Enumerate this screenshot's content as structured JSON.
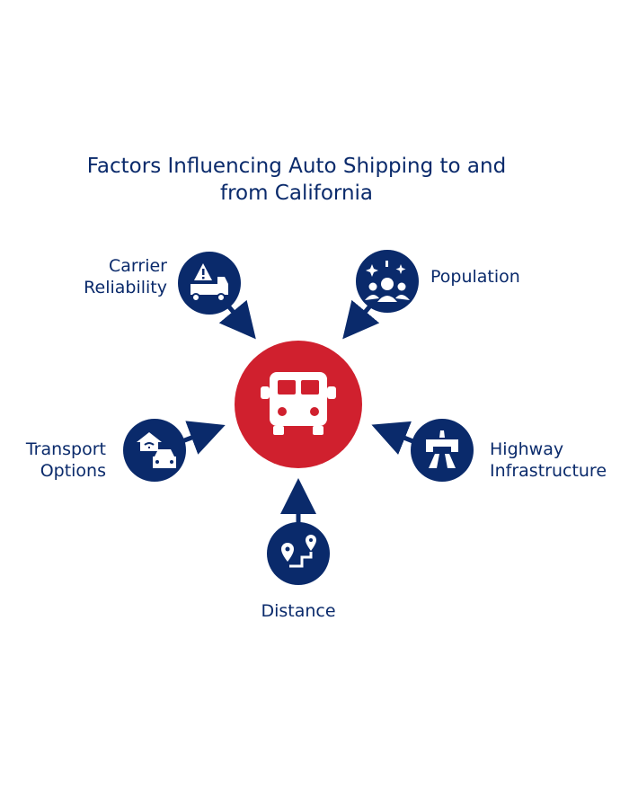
{
  "diagram": {
    "title": "Factors Influencing Auto Shipping to and\nfrom California",
    "center": {
      "name": "auto-shipping-hub",
      "icon": "truck-icon",
      "color": "#d0202e"
    },
    "factor_color": "#0a2a6b",
    "factors": [
      {
        "key": "carrier",
        "label": "Carrier\nReliability",
        "icon": "warning-truck-icon"
      },
      {
        "key": "population",
        "label": "Population",
        "icon": "crowd-icon"
      },
      {
        "key": "transport",
        "label": "Transport\nOptions",
        "icon": "car-wifi-home-icon"
      },
      {
        "key": "highway",
        "label": "Highway\nInfrastructure",
        "icon": "highway-overpass-icon"
      },
      {
        "key": "distance",
        "label": "Distance",
        "icon": "map-route-icon"
      }
    ]
  }
}
